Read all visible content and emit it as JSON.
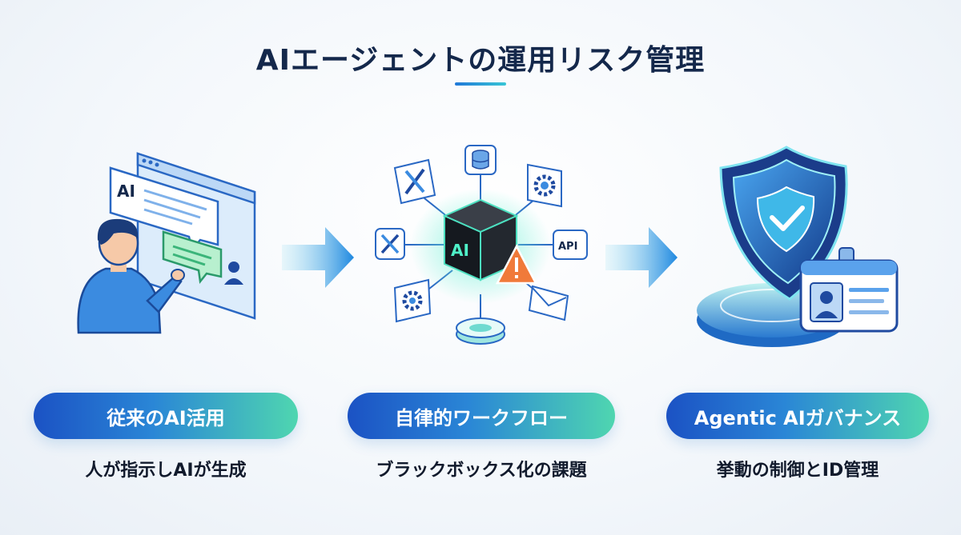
{
  "title": "AIエージェントの運用リスク管理",
  "columns": [
    {
      "pill_label": "従来のAI活用",
      "caption": "人が指示しAIが生成",
      "illustration_label": "AI",
      "icons": [
        "person-icon",
        "chat-window-icon",
        "user-avatar-icon"
      ]
    },
    {
      "pill_label": "自律的ワークフロー",
      "caption": "ブラックボックス化の課題",
      "illustration_label": "AI",
      "api_label": "API",
      "icons": [
        "black-box-cube-icon",
        "warning-icon",
        "database-icon",
        "gear-icon",
        "tools-icon",
        "mail-icon",
        "api-icon"
      ]
    },
    {
      "pill_label": "Agentic AIガバナンス",
      "caption": "挙動の制御とID管理",
      "icons": [
        "shield-check-icon",
        "id-badge-icon"
      ]
    }
  ],
  "colors": {
    "navy": "#14284b",
    "blue": "#1f78d8",
    "teal": "#38c6d6",
    "green": "#4fd6b0",
    "warning": "#f07a3a"
  }
}
